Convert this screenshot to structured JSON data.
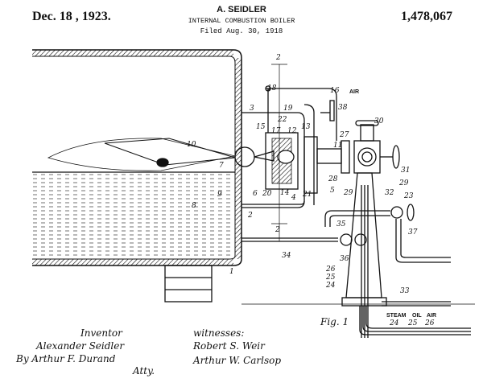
{
  "header": {
    "date": "Dec. 18 , 1923.",
    "inventor": "A. SEIDLER",
    "title": "INTERNAL COMBUSTION BOILER",
    "filed": "Filed Aug. 30, 1918",
    "patent_number": "1,478,067"
  },
  "drawing": {
    "figure_label": "Fig. 1",
    "air_label": "AIR",
    "supply_labels": [
      "STEAM",
      "OIL",
      "AIR"
    ],
    "supply_numbers": [
      "24",
      "25",
      "26"
    ],
    "reference_numerals": {
      "n1": "1",
      "n2a": "2",
      "n2b": "2",
      "n2c": "2",
      "n3": "3",
      "n4": "4",
      "n5": "5",
      "n6": "6",
      "n7": "7",
      "n8": "8",
      "n9": "9",
      "n10": "10",
      "n11": "11",
      "n12": "12",
      "n13": "13",
      "n14": "14",
      "n15": "15",
      "n16": "16",
      "n17": "17",
      "n18": "18",
      "n19": "19",
      "n20": "20",
      "n21": "21",
      "n22": "22",
      "n23": "23",
      "n24": "24",
      "n25": "25",
      "n26": "26",
      "n27": "27",
      "n28": "28",
      "n29a": "29",
      "n29b": "29",
      "n30": "30",
      "n31": "31",
      "n32": "32",
      "n33": "33",
      "n34": "34",
      "n35": "35",
      "n36": "36",
      "n37": "37",
      "n38": "38"
    }
  },
  "signatures": {
    "inventor_heading": "Inventor",
    "inventor_name": "Alexander Seidler",
    "attorney": "By Arthur F. Durand",
    "attorney_suffix": "Atty.",
    "witnesses_heading": "witnesses:",
    "witness1": "Robert S. Weir",
    "witness2": "Arthur W. Carlsop"
  }
}
